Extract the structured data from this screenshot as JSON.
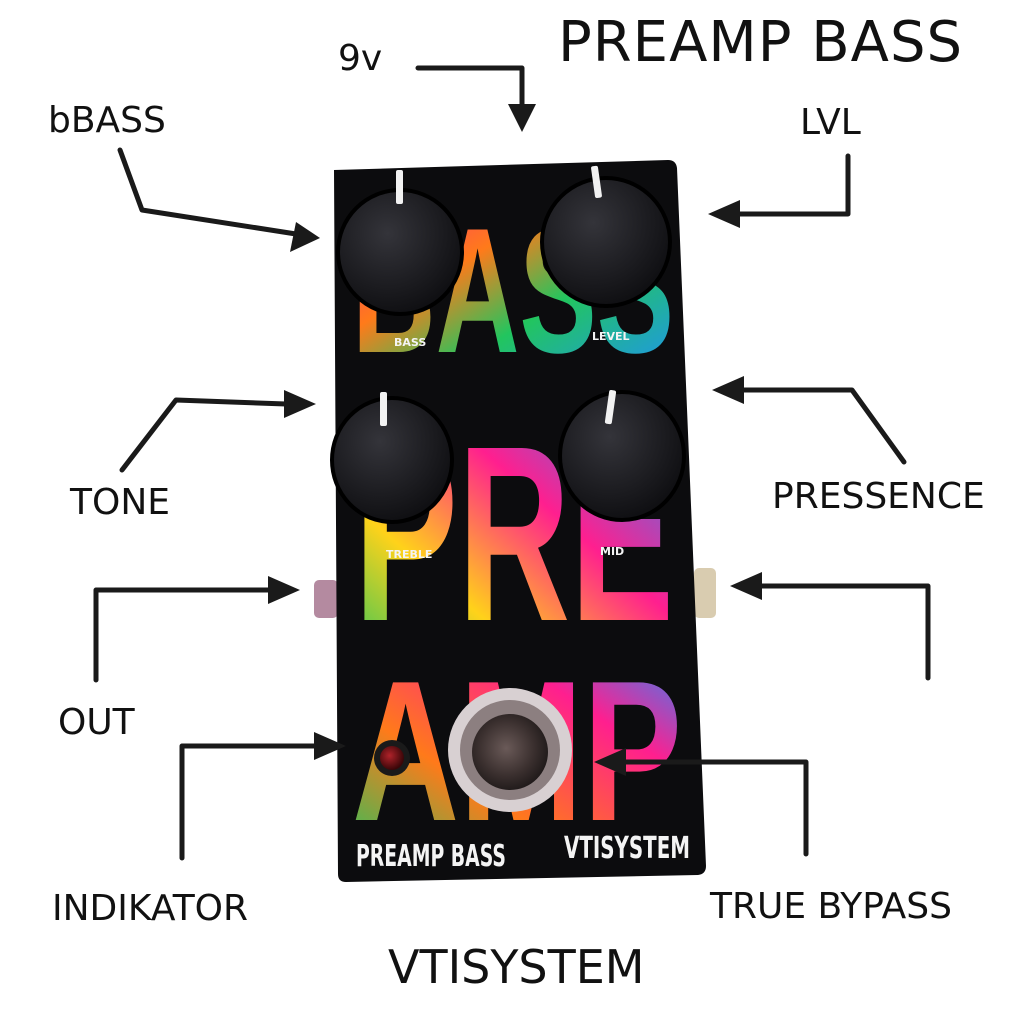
{
  "title": "PREAMP BASS",
  "footer": "VTISYSTEM",
  "callouts": {
    "power": "9v",
    "bass": "bBASS",
    "level": "LVL",
    "tone": "TONE",
    "presence": "PRESSENCE",
    "output": "OUT",
    "indicator": "INDIKATOR",
    "bypass": "TRUE BYPASS"
  },
  "pedal": {
    "graphic_letters": [
      "BASS",
      "PRE",
      "AMP"
    ],
    "knob_labels": {
      "bass": "BASS",
      "level": "LEVEL",
      "treble": "TREBLE",
      "mid": "MID"
    },
    "brand_left": "PREAMP BASS",
    "brand_right": "VTISYSTEM"
  },
  "colors": {
    "enclosure": "#0c0c0e",
    "knob": "#1a1a1e",
    "arrow": "#1a1a1a",
    "pink": "#ff1f8f",
    "orange": "#ff7a1a",
    "green": "#22c55e",
    "blue": "#1e8fff",
    "led": "#6b0f12"
  }
}
